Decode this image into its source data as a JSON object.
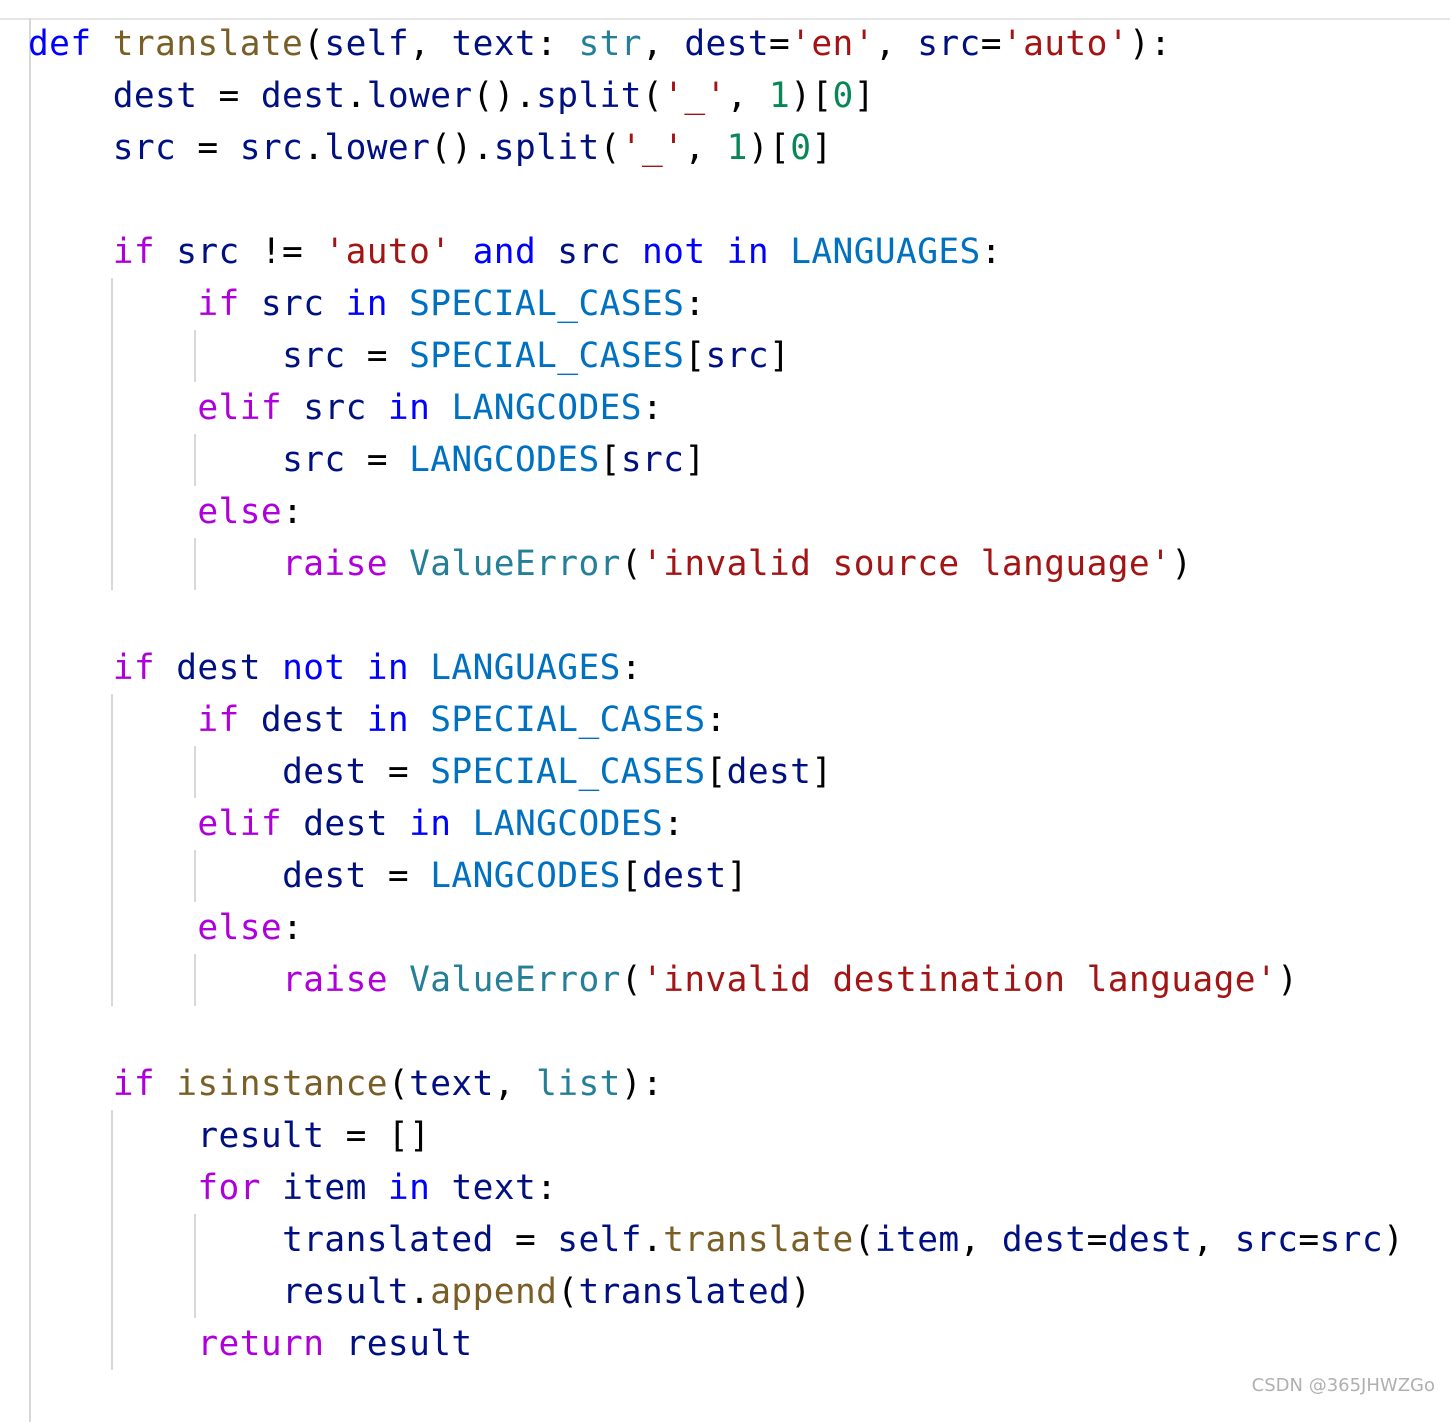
{
  "code": {
    "lines": [
      {
        "indent": 0,
        "tokens": [
          [
            "kw",
            "def"
          ],
          [
            "pun",
            " "
          ],
          [
            "fn",
            "translate"
          ],
          [
            "pun",
            "("
          ],
          [
            "var",
            "self"
          ],
          [
            "pun",
            ", "
          ],
          [
            "var",
            "text"
          ],
          [
            "pun",
            ": "
          ],
          [
            "cls",
            "str"
          ],
          [
            "pun",
            ", "
          ],
          [
            "var",
            "dest"
          ],
          [
            "pun",
            "="
          ],
          [
            "str",
            "'en'"
          ],
          [
            "pun",
            ", "
          ],
          [
            "var",
            "src"
          ],
          [
            "pun",
            "="
          ],
          [
            "str",
            "'auto'"
          ],
          [
            "pun",
            "):"
          ]
        ]
      },
      {
        "indent": 1,
        "tokens": [
          [
            "var",
            "dest"
          ],
          [
            "pun",
            " = "
          ],
          [
            "var",
            "dest"
          ],
          [
            "pun",
            "."
          ],
          [
            "var",
            "lower"
          ],
          [
            "pun",
            "()."
          ],
          [
            "var",
            "split"
          ],
          [
            "pun",
            "("
          ],
          [
            "str",
            "'_'"
          ],
          [
            "pun",
            ", "
          ],
          [
            "num",
            "1"
          ],
          [
            "pun",
            ")["
          ],
          [
            "num",
            "0"
          ],
          [
            "pun",
            "]"
          ]
        ]
      },
      {
        "indent": 1,
        "tokens": [
          [
            "var",
            "src"
          ],
          [
            "pun",
            " = "
          ],
          [
            "var",
            "src"
          ],
          [
            "pun",
            "."
          ],
          [
            "var",
            "lower"
          ],
          [
            "pun",
            "()."
          ],
          [
            "var",
            "split"
          ],
          [
            "pun",
            "("
          ],
          [
            "str",
            "'_'"
          ],
          [
            "pun",
            ", "
          ],
          [
            "num",
            "1"
          ],
          [
            "pun",
            ")["
          ],
          [
            "num",
            "0"
          ],
          [
            "pun",
            "]"
          ]
        ]
      },
      {
        "indent": 1,
        "tokens": []
      },
      {
        "indent": 1,
        "tokens": [
          [
            "ctl",
            "if"
          ],
          [
            "pun",
            " "
          ],
          [
            "var",
            "src"
          ],
          [
            "pun",
            " != "
          ],
          [
            "str",
            "'auto'"
          ],
          [
            "pun",
            " "
          ],
          [
            "kw",
            "and"
          ],
          [
            "pun",
            " "
          ],
          [
            "var",
            "src"
          ],
          [
            "pun",
            " "
          ],
          [
            "kw",
            "not"
          ],
          [
            "pun",
            " "
          ],
          [
            "kw",
            "in"
          ],
          [
            "pun",
            " "
          ],
          [
            "const",
            "LANGUAGES"
          ],
          [
            "pun",
            ":"
          ]
        ]
      },
      {
        "indent": 2,
        "tokens": [
          [
            "ctl",
            "if"
          ],
          [
            "pun",
            " "
          ],
          [
            "var",
            "src"
          ],
          [
            "pun",
            " "
          ],
          [
            "kw",
            "in"
          ],
          [
            "pun",
            " "
          ],
          [
            "const",
            "SPECIAL_CASES"
          ],
          [
            "pun",
            ":"
          ]
        ]
      },
      {
        "indent": 3,
        "tokens": [
          [
            "var",
            "src"
          ],
          [
            "pun",
            " = "
          ],
          [
            "const",
            "SPECIAL_CASES"
          ],
          [
            "pun",
            "["
          ],
          [
            "var",
            "src"
          ],
          [
            "pun",
            "]"
          ]
        ]
      },
      {
        "indent": 2,
        "tokens": [
          [
            "ctl",
            "elif"
          ],
          [
            "pun",
            " "
          ],
          [
            "var",
            "src"
          ],
          [
            "pun",
            " "
          ],
          [
            "kw",
            "in"
          ],
          [
            "pun",
            " "
          ],
          [
            "const",
            "LANGCODES"
          ],
          [
            "pun",
            ":"
          ]
        ]
      },
      {
        "indent": 3,
        "tokens": [
          [
            "var",
            "src"
          ],
          [
            "pun",
            " = "
          ],
          [
            "const",
            "LANGCODES"
          ],
          [
            "pun",
            "["
          ],
          [
            "var",
            "src"
          ],
          [
            "pun",
            "]"
          ]
        ]
      },
      {
        "indent": 2,
        "tokens": [
          [
            "ctl",
            "else"
          ],
          [
            "pun",
            ":"
          ]
        ]
      },
      {
        "indent": 3,
        "tokens": [
          [
            "ctl",
            "raise"
          ],
          [
            "pun",
            " "
          ],
          [
            "cls",
            "ValueError"
          ],
          [
            "pun",
            "("
          ],
          [
            "str",
            "'invalid source language'"
          ],
          [
            "pun",
            ")"
          ]
        ]
      },
      {
        "indent": 1,
        "tokens": []
      },
      {
        "indent": 1,
        "tokens": [
          [
            "ctl",
            "if"
          ],
          [
            "pun",
            " "
          ],
          [
            "var",
            "dest"
          ],
          [
            "pun",
            " "
          ],
          [
            "kw",
            "not"
          ],
          [
            "pun",
            " "
          ],
          [
            "kw",
            "in"
          ],
          [
            "pun",
            " "
          ],
          [
            "const",
            "LANGUAGES"
          ],
          [
            "pun",
            ":"
          ]
        ]
      },
      {
        "indent": 2,
        "tokens": [
          [
            "ctl",
            "if"
          ],
          [
            "pun",
            " "
          ],
          [
            "var",
            "dest"
          ],
          [
            "pun",
            " "
          ],
          [
            "kw",
            "in"
          ],
          [
            "pun",
            " "
          ],
          [
            "const",
            "SPECIAL_CASES"
          ],
          [
            "pun",
            ":"
          ]
        ]
      },
      {
        "indent": 3,
        "tokens": [
          [
            "var",
            "dest"
          ],
          [
            "pun",
            " = "
          ],
          [
            "const",
            "SPECIAL_CASES"
          ],
          [
            "pun",
            "["
          ],
          [
            "var",
            "dest"
          ],
          [
            "pun",
            "]"
          ]
        ]
      },
      {
        "indent": 2,
        "tokens": [
          [
            "ctl",
            "elif"
          ],
          [
            "pun",
            " "
          ],
          [
            "var",
            "dest"
          ],
          [
            "pun",
            " "
          ],
          [
            "kw",
            "in"
          ],
          [
            "pun",
            " "
          ],
          [
            "const",
            "LANGCODES"
          ],
          [
            "pun",
            ":"
          ]
        ]
      },
      {
        "indent": 3,
        "tokens": [
          [
            "var",
            "dest"
          ],
          [
            "pun",
            " = "
          ],
          [
            "const",
            "LANGCODES"
          ],
          [
            "pun",
            "["
          ],
          [
            "var",
            "dest"
          ],
          [
            "pun",
            "]"
          ]
        ]
      },
      {
        "indent": 2,
        "tokens": [
          [
            "ctl",
            "else"
          ],
          [
            "pun",
            ":"
          ]
        ]
      },
      {
        "indent": 3,
        "tokens": [
          [
            "ctl",
            "raise"
          ],
          [
            "pun",
            " "
          ],
          [
            "cls",
            "ValueError"
          ],
          [
            "pun",
            "("
          ],
          [
            "str",
            "'invalid destination language'"
          ],
          [
            "pun",
            ")"
          ]
        ]
      },
      {
        "indent": 1,
        "tokens": []
      },
      {
        "indent": 1,
        "tokens": [
          [
            "ctl",
            "if"
          ],
          [
            "pun",
            " "
          ],
          [
            "fn",
            "isinstance"
          ],
          [
            "pun",
            "("
          ],
          [
            "var",
            "text"
          ],
          [
            "pun",
            ", "
          ],
          [
            "cls",
            "list"
          ],
          [
            "pun",
            "):"
          ]
        ]
      },
      {
        "indent": 2,
        "tokens": [
          [
            "var",
            "result"
          ],
          [
            "pun",
            " = []"
          ]
        ]
      },
      {
        "indent": 2,
        "tokens": [
          [
            "ctl",
            "for"
          ],
          [
            "pun",
            " "
          ],
          [
            "var",
            "item"
          ],
          [
            "pun",
            " "
          ],
          [
            "kw",
            "in"
          ],
          [
            "pun",
            " "
          ],
          [
            "var",
            "text"
          ],
          [
            "pun",
            ":"
          ]
        ]
      },
      {
        "indent": 3,
        "tokens": [
          [
            "var",
            "translated"
          ],
          [
            "pun",
            " = "
          ],
          [
            "var",
            "self"
          ],
          [
            "pun",
            "."
          ],
          [
            "fn",
            "translate"
          ],
          [
            "pun",
            "("
          ],
          [
            "var",
            "item"
          ],
          [
            "pun",
            ", "
          ],
          [
            "var",
            "dest"
          ],
          [
            "pun",
            "="
          ],
          [
            "var",
            "dest"
          ],
          [
            "pun",
            ", "
          ],
          [
            "var",
            "src"
          ],
          [
            "pun",
            "="
          ],
          [
            "var",
            "src"
          ],
          [
            "pun",
            ")"
          ]
        ]
      },
      {
        "indent": 3,
        "tokens": [
          [
            "var",
            "result"
          ],
          [
            "pun",
            "."
          ],
          [
            "fn",
            "append"
          ],
          [
            "pun",
            "("
          ],
          [
            "var",
            "translated"
          ],
          [
            "pun",
            ")"
          ]
        ]
      },
      {
        "indent": 2,
        "tokens": [
          [
            "ctl",
            "return"
          ],
          [
            "pun",
            " "
          ],
          [
            "var",
            "result"
          ]
        ]
      },
      {
        "indent": 1,
        "tokens": []
      }
    ],
    "guides": [
      [
        1
      ],
      [
        1
      ],
      [
        1
      ],
      [
        1
      ],
      [
        1
      ],
      [
        1,
        2
      ],
      [
        1,
        2,
        3
      ],
      [
        1,
        2
      ],
      [
        1,
        2,
        3
      ],
      [
        1,
        2
      ],
      [
        1,
        2,
        3
      ],
      [
        1
      ],
      [
        1
      ],
      [
        1,
        2
      ],
      [
        1,
        2,
        3
      ],
      [
        1,
        2
      ],
      [
        1,
        2,
        3
      ],
      [
        1,
        2
      ],
      [
        1,
        2,
        3
      ],
      [
        1
      ],
      [
        1
      ],
      [
        1,
        2
      ],
      [
        1,
        2
      ],
      [
        1,
        2,
        3
      ],
      [
        1,
        2,
        3
      ],
      [
        1,
        2
      ],
      [
        1
      ]
    ]
  },
  "watermark": {
    "text": "CSDN @365JHWZGo"
  },
  "colors": {
    "keyword": "#0000ff",
    "control": "#af00db",
    "function": "#795e26",
    "variable": "#001080",
    "string": "#a31515",
    "number": "#098658",
    "class": "#267f99",
    "constant": "#0070c1",
    "punctuation": "#000000"
  }
}
